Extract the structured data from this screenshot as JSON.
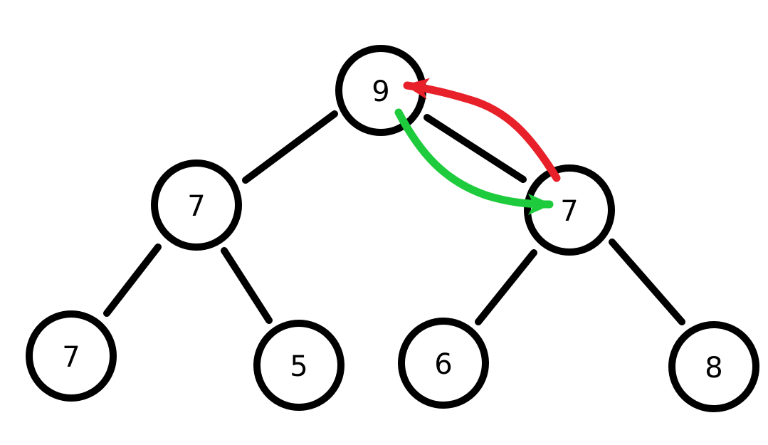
{
  "nodes": [
    {
      "id": "root",
      "label": "9"
    },
    {
      "id": "left",
      "label": "7"
    },
    {
      "id": "right",
      "label": "7"
    },
    {
      "id": "left-left",
      "label": "7"
    },
    {
      "id": "left-right",
      "label": "5"
    },
    {
      "id": "right-left",
      "label": "6"
    },
    {
      "id": "right-right",
      "label": "8"
    }
  ],
  "edges": [
    {
      "from": "root",
      "to": "left"
    },
    {
      "from": "root",
      "to": "right"
    },
    {
      "from": "left",
      "to": "left-left"
    },
    {
      "from": "left",
      "to": "left-right"
    },
    {
      "from": "right",
      "to": "right-left"
    },
    {
      "from": "right",
      "to": "right-right"
    }
  ],
  "arrows": [
    {
      "id": "swap-up",
      "from": "right",
      "to": "root",
      "color": "#e8202a"
    },
    {
      "id": "swap-down",
      "from": "root",
      "to": "right",
      "color": "#1ecb3c"
    }
  ],
  "colors": {
    "stroke": "#000000",
    "background": "#ffffff"
  }
}
